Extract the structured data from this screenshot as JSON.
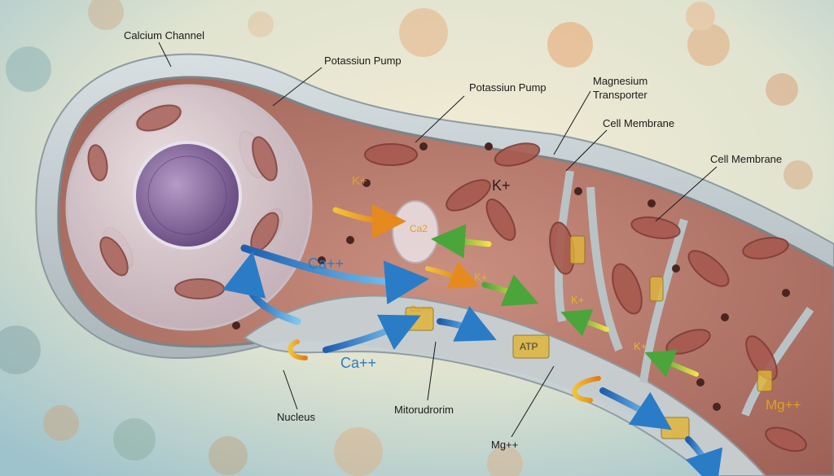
{
  "callouts": {
    "calcium_channel": "Calcium Channel",
    "potassium_pump_1": "Potassiun Pump",
    "potassium_pump_2": "Potassiun Pump",
    "magnesium_transporter_line1": "Magnesium",
    "magnesium_transporter_line2": "Transporter",
    "cell_membrane_1": "Cell Membrane",
    "cell_membrane_2": "Cell Membrane",
    "nucleus": "Nucleus",
    "mitorudrorim": "Mitorudrorim",
    "mg_ion": "Mg++"
  },
  "ions": {
    "k_plus_yellow": "K+",
    "k_plus_dark": "K+",
    "ca_small": "Ca2",
    "ca_main": "Ca++",
    "ca_lower": "Ca++",
    "ca_channel_top": "Ca++",
    "k_lower_1": "K+",
    "k_lower_2": "K+",
    "k_lower_3": "K+",
    "mg_right": "Mg++",
    "atp": "ATP"
  },
  "colors": {
    "membrane": "#b9c3c6",
    "cytoplasm": "#b3786b",
    "mitochondria": "#a9574e",
    "nucleus": "#8d6ea7",
    "arrow_blue": "#2a7cc7",
    "arrow_yellow": "#e6a42a",
    "arrow_green": "#6db33f"
  }
}
